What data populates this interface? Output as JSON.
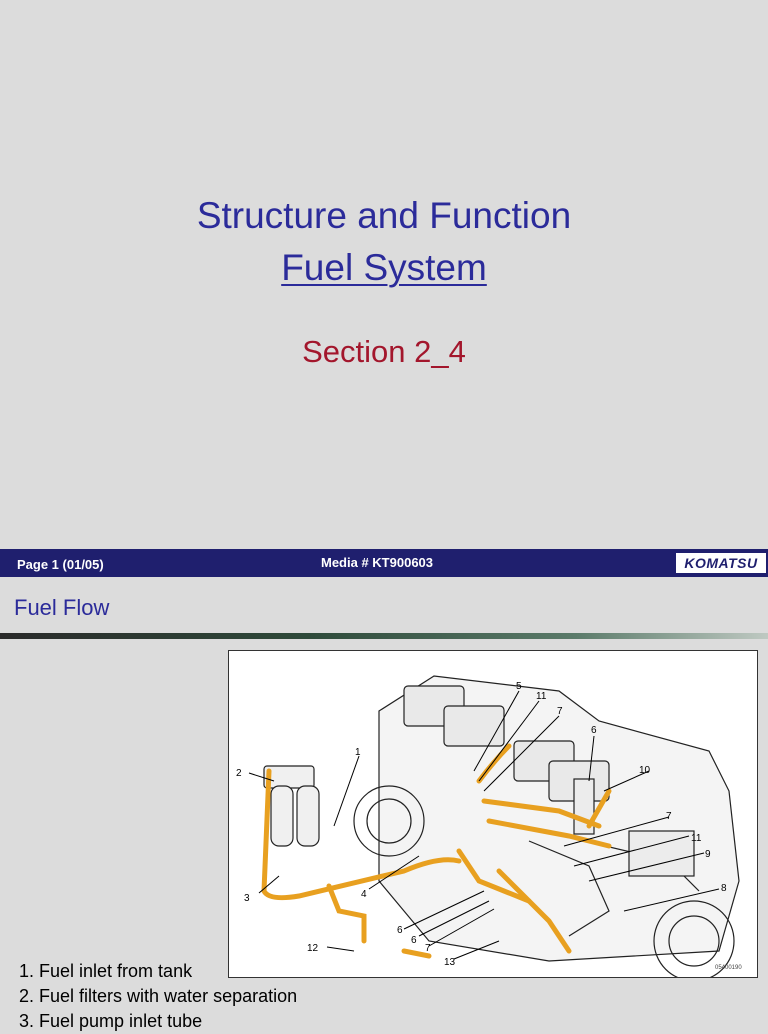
{
  "slide": {
    "title_line1": "Structure and Function",
    "title_line2": "Fuel System",
    "section": "Section 2_4"
  },
  "footer": {
    "page": "Page 1 (01/05)",
    "media": "Media # KT900603",
    "brand": "KOMATSU"
  },
  "fuel_flow": {
    "heading": "Fuel Flow",
    "diagram_code": "05400190",
    "callouts": [
      "1",
      "2",
      "3",
      "4",
      "5",
      "6",
      "6",
      "6",
      "7",
      "7",
      "7",
      "8",
      "9",
      "10",
      "11",
      "11",
      "12",
      "13"
    ],
    "legend": [
      "1. Fuel inlet from tank",
      "2. Fuel filters with water separation",
      "3. Fuel pump inlet tube"
    ]
  },
  "colors": {
    "title_blue": "#2b2b9a",
    "section_red": "#a3162c",
    "bar_navy": "#1f1f6e",
    "fuel_line": "#e8a020"
  }
}
